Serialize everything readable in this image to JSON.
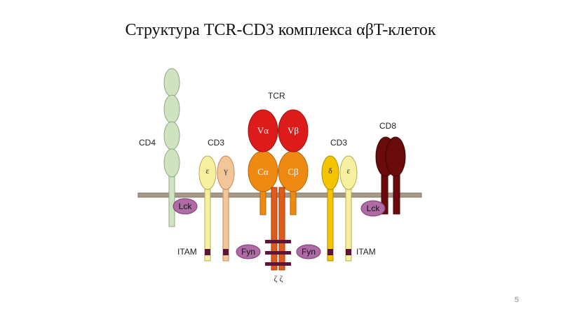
{
  "slide": {
    "title": "Структура TCR-CD3 комплекса αβT-клеток",
    "page_number": "5"
  },
  "labels": {
    "tcr": "TCR",
    "cd4": "CD4",
    "cd3_left": "CD3",
    "cd3_right": "CD3",
    "cd8": "CD8",
    "itam_left": "ITAM",
    "itam_right": "ITAM",
    "lck_left": "Lck",
    "lck_right": "Lck",
    "fyn_left": "Fyn",
    "fyn_right": "Fyn",
    "v_alpha": "Vα",
    "v_beta": "Vβ",
    "c_alpha": "Cα",
    "c_beta": "Cβ",
    "epsilon_left": "ε",
    "gamma": "γ",
    "delta": "δ",
    "epsilon_right": "ε",
    "zeta": "ζ ζ"
  },
  "colors": {
    "membrane": "#a89a86",
    "cd4": "#cfe3c0",
    "epsilon": "#f6f0a0",
    "gamma": "#f3c69a",
    "delta": "#f5c400",
    "v_region": "#dd1b1b",
    "c_region": "#ee8a12",
    "zeta": "#e05a1a",
    "cd8": "#6b0a0a",
    "itam": "#5c1538",
    "kinase": "#b06aa6"
  }
}
